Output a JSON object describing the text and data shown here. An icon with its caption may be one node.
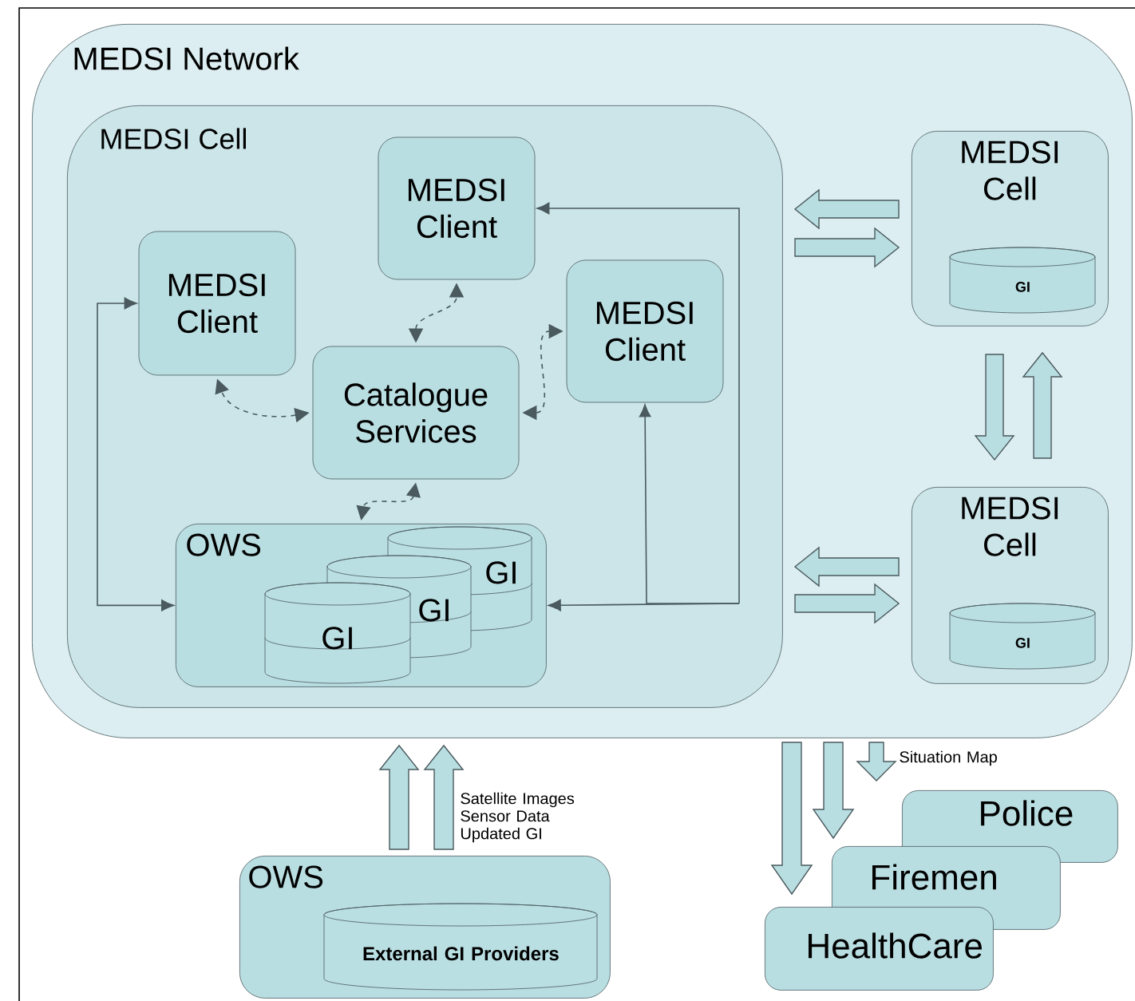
{
  "diagram": {
    "nodes": [
      {
        "text": [
          "MEDSI Network"
        ]
      },
      {
        "text": [
          "MEDSI Cell"
        ],
        "in": 0
      },
      {
        "text": [
          "MEDSI Client"
        ],
        "in": 1
      },
      {
        "text": [
          "MEDSI Client"
        ],
        "in": 1
      },
      {
        "text": [
          "Catalogue Services"
        ],
        "in": 1
      },
      {
        "text": [
          "MEDSI Client"
        ],
        "in": 1
      },
      {
        "text": [
          "OWS"
        ],
        "in": 1
      },
      {
        "text": [
          "GI"
        ],
        "in": 6
      },
      {
        "text": [
          "GI"
        ],
        "in": 6
      },
      {
        "text": [
          "GI"
        ],
        "in": 6
      },
      {
        "text": [
          "MEDSI Cell"
        ],
        "in": 0
      },
      {
        "text": [
          "GI"
        ],
        "in": 10
      },
      {
        "text": [
          "MEDSI Cell"
        ],
        "in": 0
      },
      {
        "text": [
          "GI"
        ],
        "in": 12
      },
      {
        "text": [
          "OWS"
        ]
      },
      {
        "text": [
          "External GI Providers"
        ],
        "in": 14
      },
      {
        "text": [
          "Police"
        ]
      },
      {
        "text": [
          "Firemen"
        ]
      },
      {
        "text": [
          "HealthCare"
        ]
      }
    ],
    "edges": [
      {
        "from": 4,
        "to": 2,
        "arrow": "both",
        "style": "dashed"
      },
      {
        "from": 4,
        "to": 3,
        "arrow": "both",
        "style": "dashed"
      },
      {
        "from": 4,
        "to": 5,
        "arrow": "both",
        "style": "dashed"
      },
      {
        "from": 4,
        "to": 6,
        "arrow": "both",
        "style": "dashed"
      },
      {
        "from": 3,
        "to": 6,
        "arrow": "both"
      },
      {
        "from": null,
        "to": 2,
        "arrow": "to"
      },
      {
        "from": null,
        "to": 5,
        "arrow": "to"
      },
      {
        "from": null,
        "to": 6,
        "arrow": "to"
      },
      {
        "from": 10,
        "to": 1,
        "arrow": "to",
        "style": "thick"
      },
      {
        "from": 1,
        "to": 10,
        "arrow": "to",
        "style": "thick"
      },
      {
        "from": 10,
        "to": 12,
        "arrow": "to",
        "style": "thick"
      },
      {
        "from": 12,
        "to": 10,
        "arrow": "to",
        "style": "thick"
      },
      {
        "from": 12,
        "to": 1,
        "arrow": "to",
        "style": "thick"
      },
      {
        "from": 1,
        "to": 12,
        "arrow": "to",
        "style": "thick"
      },
      {
        "from": 14,
        "to": 0,
        "arrow": "to",
        "style": "thick"
      },
      {
        "from": 14,
        "to": 0,
        "arrow": "to",
        "style": "thick",
        "label": "Satellite Images Sensor Data Updated GI"
      },
      {
        "from": 0,
        "to": 18,
        "arrow": "to",
        "style": "thick"
      },
      {
        "from": 0,
        "to": 17,
        "arrow": "to",
        "style": "thick"
      },
      {
        "from": 0,
        "to": 16,
        "arrow": "to",
        "style": "thick",
        "label": "Situation Map"
      }
    ]
  }
}
